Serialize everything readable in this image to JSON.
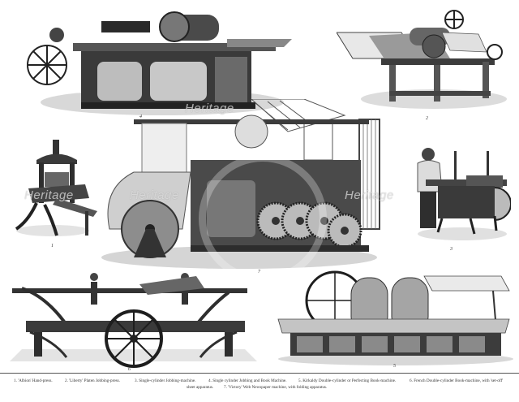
{
  "plate": {
    "watermark": "Heritage",
    "figures": [
      {
        "number": "1",
        "label": "'Albion' Hand-press."
      },
      {
        "number": "2",
        "label": "'Liberty' Platen Jobbing-press."
      },
      {
        "number": "3",
        "label": "Single-cylinder Jobbing-machine."
      },
      {
        "number": "4",
        "label": "Single cylinder Jobbing and Book Machine."
      },
      {
        "number": "5",
        "label": "Kirkaldy Double-cylinder or Perfecting Book-machine."
      },
      {
        "number": "6",
        "label": "French Double-cylinder Book-machine, with 'set-off' sheet apparatus."
      },
      {
        "number": "7",
        "label": "'Victory' Web Newspaper machine, with folding apparatus."
      }
    ]
  },
  "caption": {
    "line1": [
      "1. 'Albion' Hand-press.",
      "2. 'Liberty' Platen Jobbing-press.",
      "3. Single-cylinder Jobbing-machine.",
      "4. Single cylinder Jobbing and Book Machine.",
      "5. Kirkaldy Double-cylinder or Perfecting Book-machine.",
      "6. French Double-cylinder Book-machine, with 'set-off'"
    ],
    "line2": [
      "sheet apparatus.",
      "7. 'Victory' Web Newspaper machine, with folding apparatus."
    ]
  }
}
